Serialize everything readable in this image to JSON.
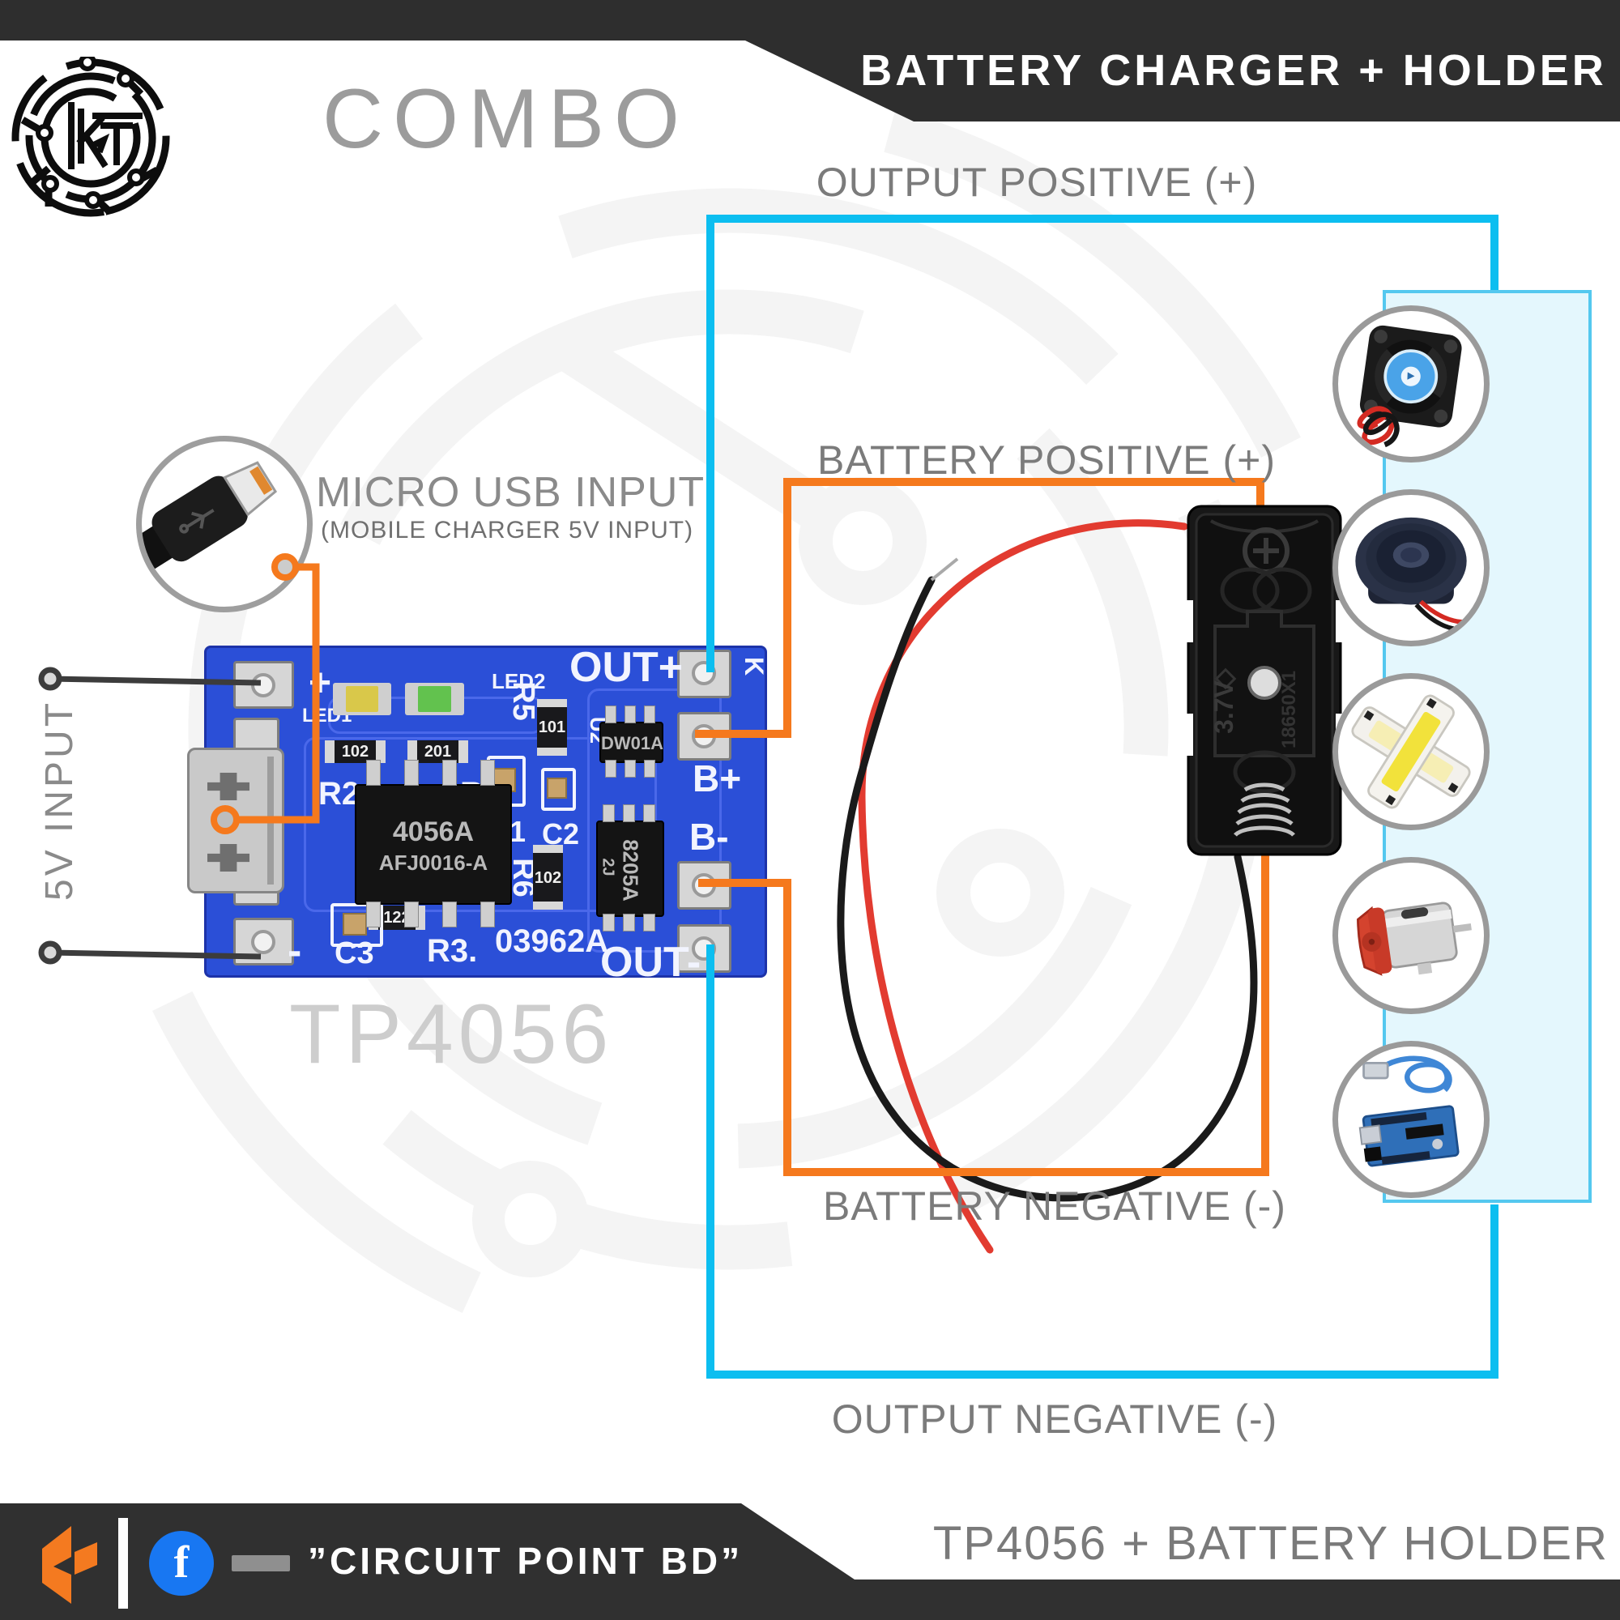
{
  "header": {
    "combo": "COMBO",
    "banner_title": "BATTERY CHARGER + HOLDER"
  },
  "logo": {
    "letter_k": "k",
    "letter_t": "T"
  },
  "usb_callout": {
    "title": "MICRO USB INPUT",
    "subtitle": "(MOBILE CHARGER 5V INPUT)"
  },
  "input_label": "5V INPUT",
  "connections": {
    "output_positive": "OUTPUT POSITIVE (+)",
    "battery_positive": "BATTERY POSITIVE (+)",
    "battery_negative": "BATTERY NEGATIVE (-)",
    "output_negative": "OUTPUT NEGATIVE (-)"
  },
  "board": {
    "watermark": "TP4056",
    "id": "03962A",
    "k_mark": "K",
    "silkscreen": {
      "plus": "+",
      "minus": "-",
      "led1": "LED1",
      "led2": "LED2",
      "r1": "R1",
      "r2": "R2",
      "r3": "R3.",
      "r5": "R5",
      "r6": "R6",
      "c1": "C1",
      "c2": "C2",
      "c3": "C3",
      "u2": "U2",
      "out_plus": "OUT+",
      "out_minus": "OUT-",
      "b_plus": "B+",
      "b_minus": "B-"
    },
    "components": {
      "main_ic_line1": "4056A",
      "main_ic_line2": "AFJ0016-A",
      "protection_ic": "DW01A",
      "mosfet_line1": "8205A",
      "mosfet_line2": "2J",
      "res_code_1": "102",
      "res_code_2": "201",
      "res_code_r5": "101",
      "res_code_r6": "102",
      "res_code_r3": "122"
    }
  },
  "holder": {
    "plus": "+",
    "voltage": "3.7V",
    "model": "18650X1"
  },
  "panel": {
    "items": [
      {
        "name": "cooling-fan"
      },
      {
        "name": "speaker"
      },
      {
        "name": "cob-led"
      },
      {
        "name": "dc-motor"
      },
      {
        "name": "arduino-uno"
      }
    ]
  },
  "footer": {
    "facebook_letter": "f",
    "brand": "”CIRCUIT POINT BD”",
    "product": "TP4056 + BATTERY HOLDER"
  },
  "colors": {
    "cyan": "#0CBEF0",
    "orange": "#F5791D",
    "pcb_blue": "#2B4FD7",
    "panel_fill": "#E4F7FD",
    "panel_border": "#54C8EF",
    "footer_bg": "#303030",
    "facebook_blue": "#1877F2",
    "label_gray": "#7B7B7B",
    "wire_red": "#E23B30",
    "wire_black": "#1A1A1A",
    "leader_gray": "#3C3C3C"
  }
}
